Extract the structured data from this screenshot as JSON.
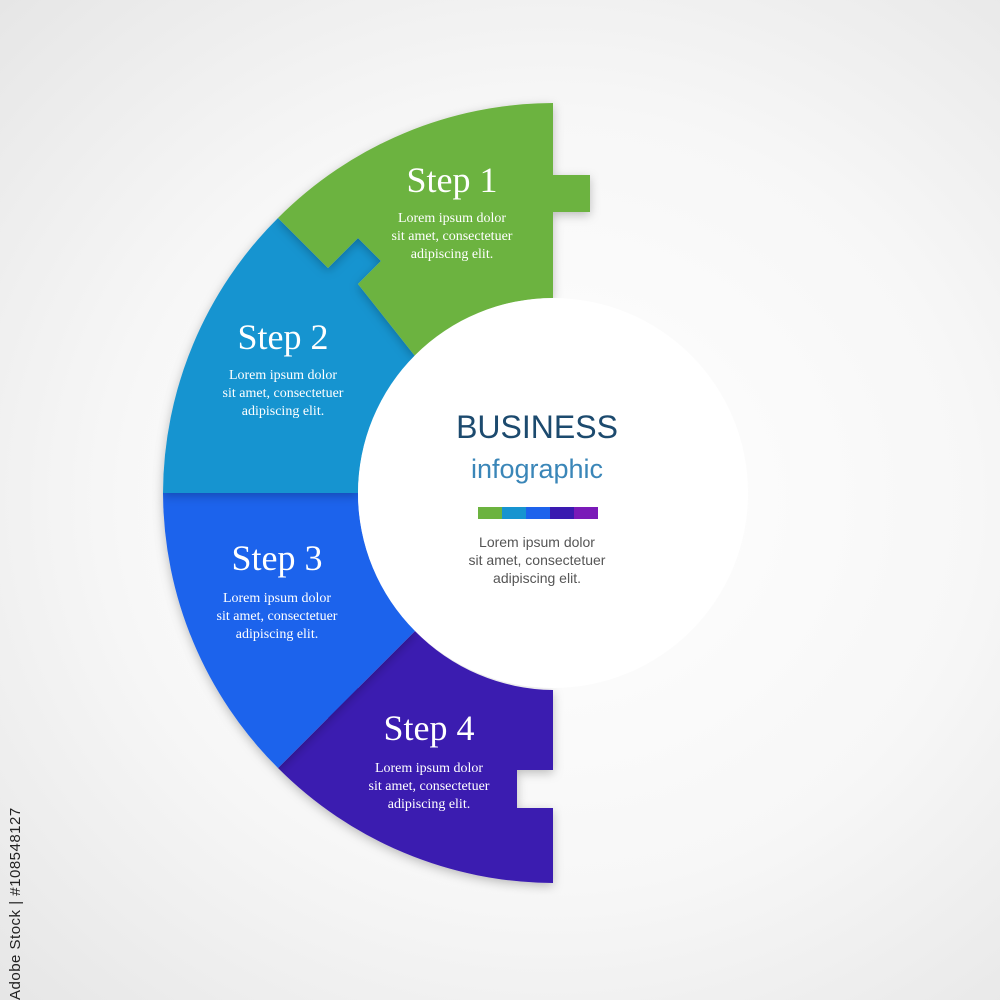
{
  "colors": {
    "step1": "#6cb33f",
    "step2": "#1794d0",
    "step3": "#1e63ec",
    "step4": "#3a1ab0",
    "strip": [
      "#6cb33f",
      "#1794d0",
      "#1e63ec",
      "#3a1ab0",
      "#7a1ab8"
    ]
  },
  "steps": [
    {
      "title": "Step 1",
      "lines": [
        "Lorem ipsum dolor",
        "sit amet, consectetuer",
        "adipiscing elit."
      ]
    },
    {
      "title": "Step 2",
      "lines": [
        "Lorem ipsum dolor",
        "sit amet, consectetuer",
        "adipiscing elit."
      ]
    },
    {
      "title": "Step 3",
      "lines": [
        "Lorem ipsum dolor",
        "sit amet, consectetuer",
        "adipiscing elit."
      ]
    },
    {
      "title": "Step 4",
      "lines": [
        "Lorem ipsum dolor",
        "sit amet, consectetuer",
        "adipiscing elit."
      ]
    }
  ],
  "center": {
    "title": "BUSINESS",
    "subtitle": "infographic",
    "lines": [
      "Lorem ipsum dolor",
      "sit amet, consectetuer",
      "adipiscing elit."
    ]
  },
  "watermark": {
    "id": "Adobe Stock | #108548127"
  }
}
